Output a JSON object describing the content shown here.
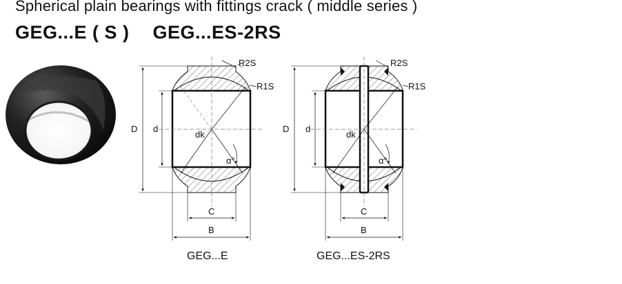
{
  "header": {
    "subtitle": "Spherical plain bearings with fittings crack ( middle series )",
    "title_a": "GEG...E ( S )",
    "title_b": "GEG...ES-2RS"
  },
  "left_drawing": {
    "caption": "GEG...E",
    "label_r2": "R2S",
    "label_r1": "R1S",
    "label_D": "D",
    "label_d": "d",
    "label_dk": "dk",
    "label_alpha": "α°",
    "label_C": "C",
    "label_B": "B"
  },
  "right_drawing": {
    "caption": "GEG...ES-2RS",
    "label_r2": "R2S",
    "label_r1": "R1S",
    "label_D": "D",
    "label_d": "d",
    "label_dk": "dk",
    "label_alpha": "α°",
    "label_C": "C",
    "label_B": "B"
  }
}
